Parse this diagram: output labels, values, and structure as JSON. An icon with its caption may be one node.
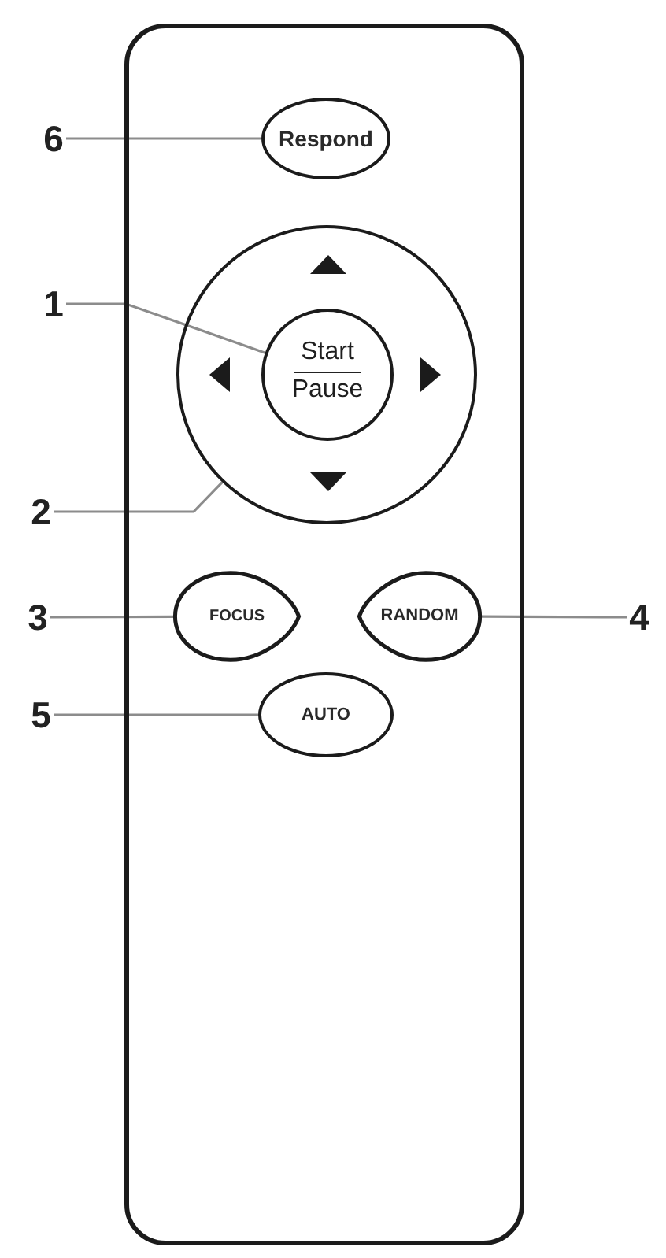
{
  "diagram": {
    "nodes": [
      {
        "text": [],
        "shape": "box"
      },
      {
        "text": [
          "6"
        ]
      },
      {
        "text": [
          "Respond"
        ],
        "in": 0
      },
      {
        "text": [
          "1"
        ]
      },
      {
        "text": [],
        "shape": "circle",
        "in": 0
      },
      {
        "text": [
          "Start",
          "Pause"
        ],
        "in": 4
      },
      {
        "text": [
          "2"
        ]
      },
      {
        "text": [
          "3"
        ]
      },
      {
        "text": [
          "FOCUS"
        ],
        "in": 0
      },
      {
        "text": [
          "RANDOM"
        ],
        "in": 0
      },
      {
        "text": [
          "4"
        ]
      },
      {
        "text": [
          "5"
        ]
      },
      {
        "text": [
          "AUTO"
        ],
        "in": 0
      }
    ],
    "edges": [
      {
        "from": 1,
        "to": 2,
        "arrow": "none"
      },
      {
        "from": 3,
        "to": 5,
        "arrow": "none"
      },
      {
        "from": 6,
        "to": 4,
        "arrow": "none"
      },
      {
        "from": 7,
        "to": 8,
        "arrow": "none"
      },
      {
        "from": 10,
        "to": 9,
        "arrow": "none"
      },
      {
        "from": 11,
        "to": 12,
        "arrow": "none"
      }
    ]
  }
}
